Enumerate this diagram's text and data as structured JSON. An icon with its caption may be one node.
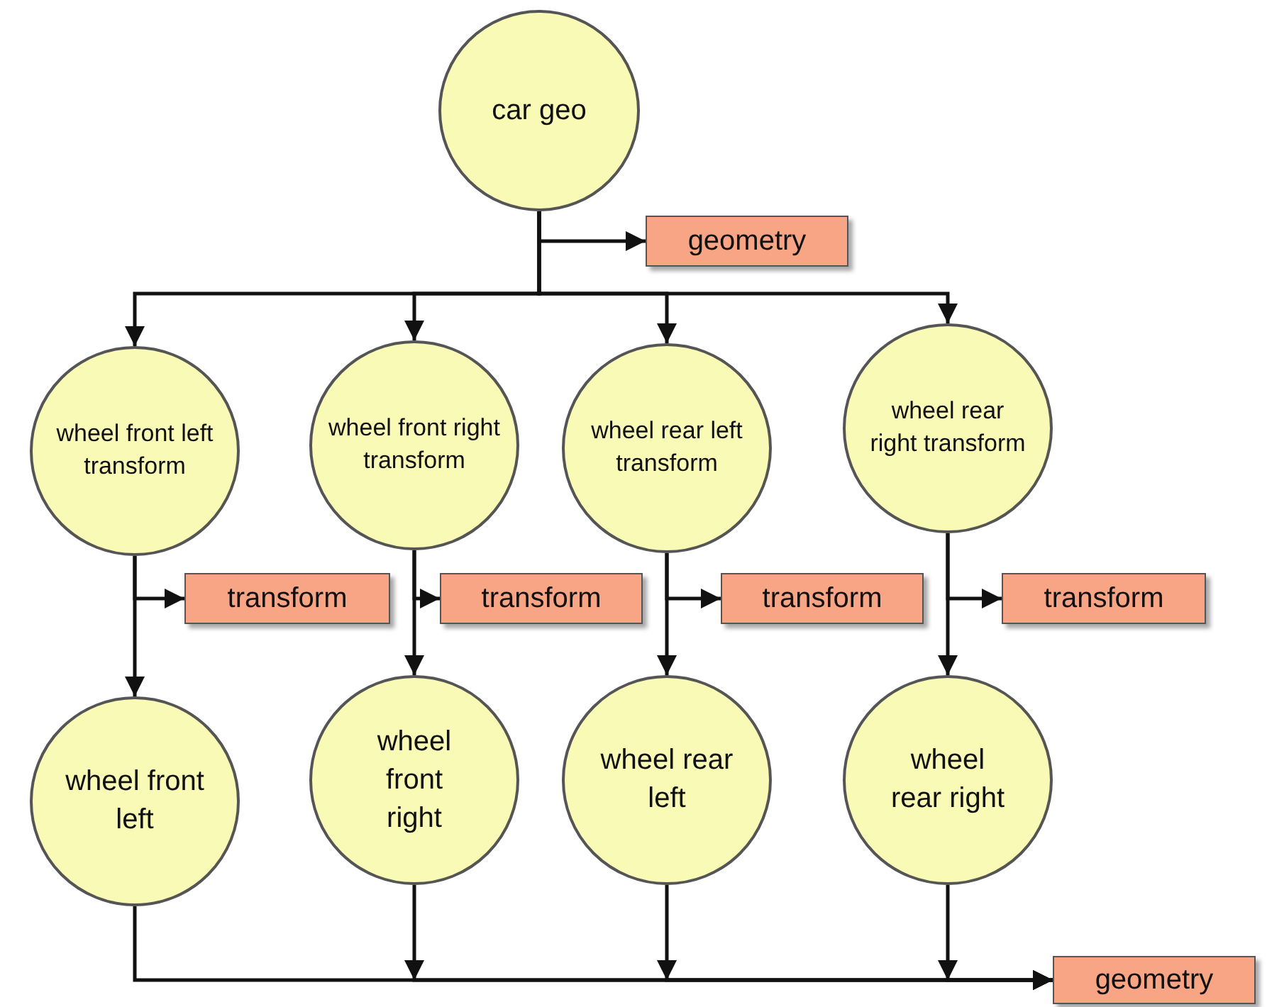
{
  "diagram": {
    "nodes": [
      {
        "text": [
          "car geo"
        ]
      },
      {
        "text": [
          "geometry"
        ]
      },
      {
        "text": [
          "wheel front left transform"
        ]
      },
      {
        "text": [
          "wheel front right transform"
        ]
      },
      {
        "text": [
          "wheel rear left transform"
        ]
      },
      {
        "text": [
          "wheel rear right transform"
        ]
      },
      {
        "text": [
          "transform"
        ]
      },
      {
        "text": [
          "transform"
        ]
      },
      {
        "text": [
          "transform"
        ]
      },
      {
        "text": [
          "transform"
        ]
      },
      {
        "text": [
          "wheel front left"
        ]
      },
      {
        "text": [
          "wheel front right"
        ]
      },
      {
        "text": [
          "wheel rear left"
        ]
      },
      {
        "text": [
          "wheel rear right"
        ]
      },
      {
        "text": [
          "geometry"
        ]
      }
    ],
    "edges": [
      {
        "from": 0,
        "to": 1,
        "arrow": "to"
      },
      {
        "from": 0,
        "to": 2,
        "arrow": "to"
      },
      {
        "from": 0,
        "to": 3,
        "arrow": "to"
      },
      {
        "from": 0,
        "to": 4,
        "arrow": "to"
      },
      {
        "from": 0,
        "to": 5,
        "arrow": "to"
      },
      {
        "from": 2,
        "to": 6,
        "arrow": "to"
      },
      {
        "from": 3,
        "to": 7,
        "arrow": "to"
      },
      {
        "from": 4,
        "to": 8,
        "arrow": "to"
      },
      {
        "from": 5,
        "to": 9,
        "arrow": "to"
      },
      {
        "from": 2,
        "to": 10,
        "arrow": "to"
      },
      {
        "from": 3,
        "to": 11,
        "arrow": "to"
      },
      {
        "from": 4,
        "to": 12,
        "arrow": "to"
      },
      {
        "from": 5,
        "to": 13,
        "arrow": "to"
      },
      {
        "from": 10,
        "to": 14,
        "arrow": "to"
      },
      {
        "from": 11,
        "to": 14,
        "arrow": "to"
      },
      {
        "from": 12,
        "to": 14,
        "arrow": "to"
      },
      {
        "from": 13,
        "to": 14,
        "arrow": "to"
      }
    ]
  }
}
